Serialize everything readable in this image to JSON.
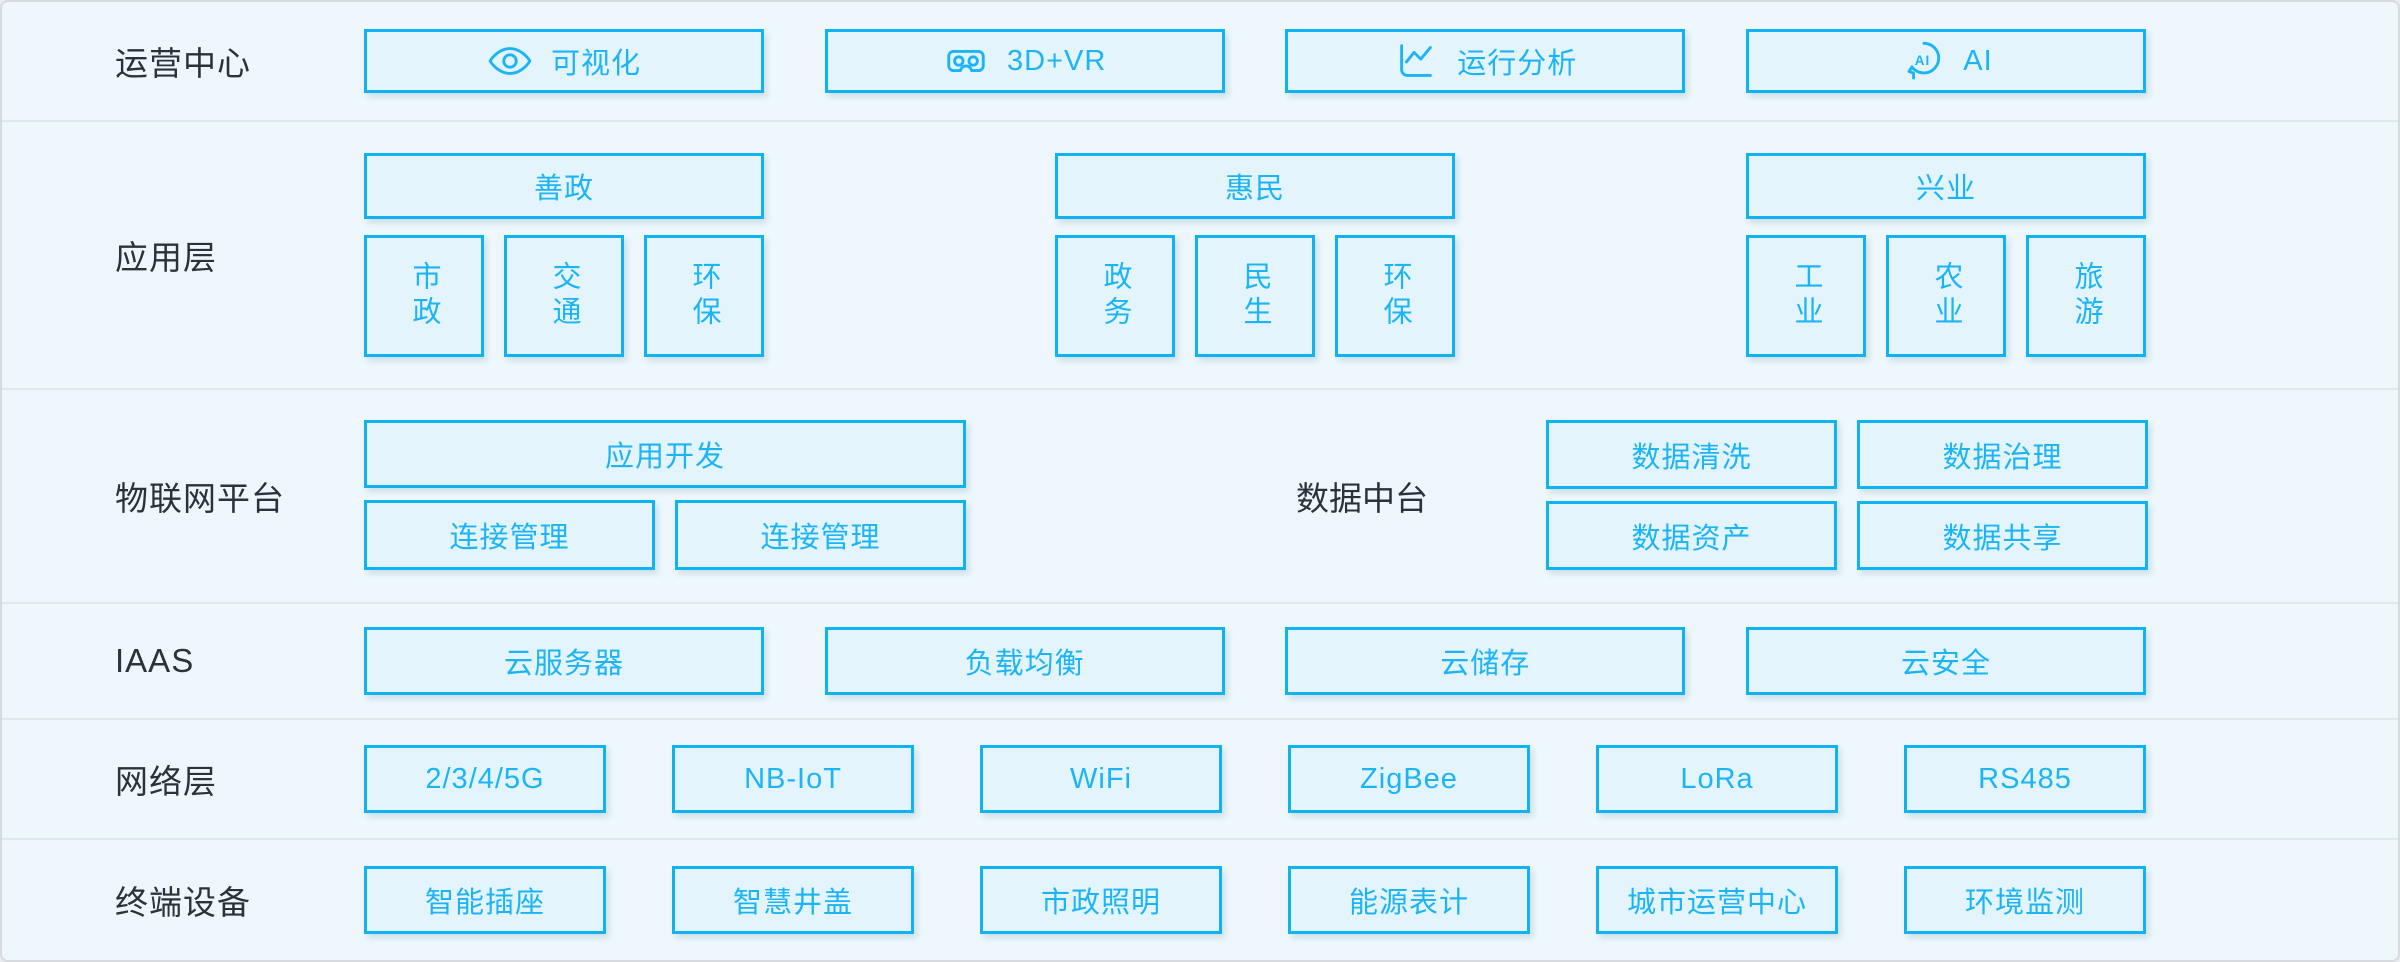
{
  "theme": {
    "accent_border": "#10b3f0",
    "accent_text": "#1cb4f4",
    "box_fill": "#e3f4fd",
    "panel_bg": "#eef8fc",
    "label_color": "#2c323c",
    "divider_color": "#e4e7ea",
    "frame_border": "#d7dbe0"
  },
  "rows": [
    {
      "label": "运营中心",
      "boxes": [
        {
          "icon": "eye-icon",
          "label": "可视化"
        },
        {
          "icon": "vr-goggles-icon",
          "label": "3D+VR"
        },
        {
          "icon": "line-chart-icon",
          "label": "运行分析"
        },
        {
          "icon": "ai-head-icon",
          "label": "AI"
        }
      ]
    },
    {
      "label": "应用层",
      "groups": [
        {
          "header": "善政",
          "items": [
            "市政",
            "交通",
            "环保"
          ]
        },
        {
          "header": "惠民",
          "items": [
            "政务",
            "民生",
            "环保"
          ]
        },
        {
          "header": "兴业",
          "items": [
            "工业",
            "农业",
            "旅游"
          ]
        }
      ]
    },
    {
      "label": "物联网平台",
      "platform": {
        "app_dev": "应用开发",
        "connections": [
          "连接管理",
          "连接管理"
        ]
      },
      "data_center": {
        "label": "数据中台",
        "items": [
          "数据清洗",
          "数据治理",
          "数据资产",
          "数据共享"
        ]
      }
    },
    {
      "label": "IAAS",
      "boxes": [
        "云服务器",
        "负载均衡",
        "云储存",
        "云安全"
      ]
    },
    {
      "label": "网络层",
      "boxes": [
        "2/3/4/5G",
        "NB-IoT",
        "WiFi",
        "ZigBee",
        "LoRa",
        "RS485"
      ]
    },
    {
      "label": "终端设备",
      "boxes": [
        "智能插座",
        "智慧井盖",
        "市政照明",
        "能源表计",
        "城市运营中心",
        "环境监测"
      ]
    }
  ]
}
